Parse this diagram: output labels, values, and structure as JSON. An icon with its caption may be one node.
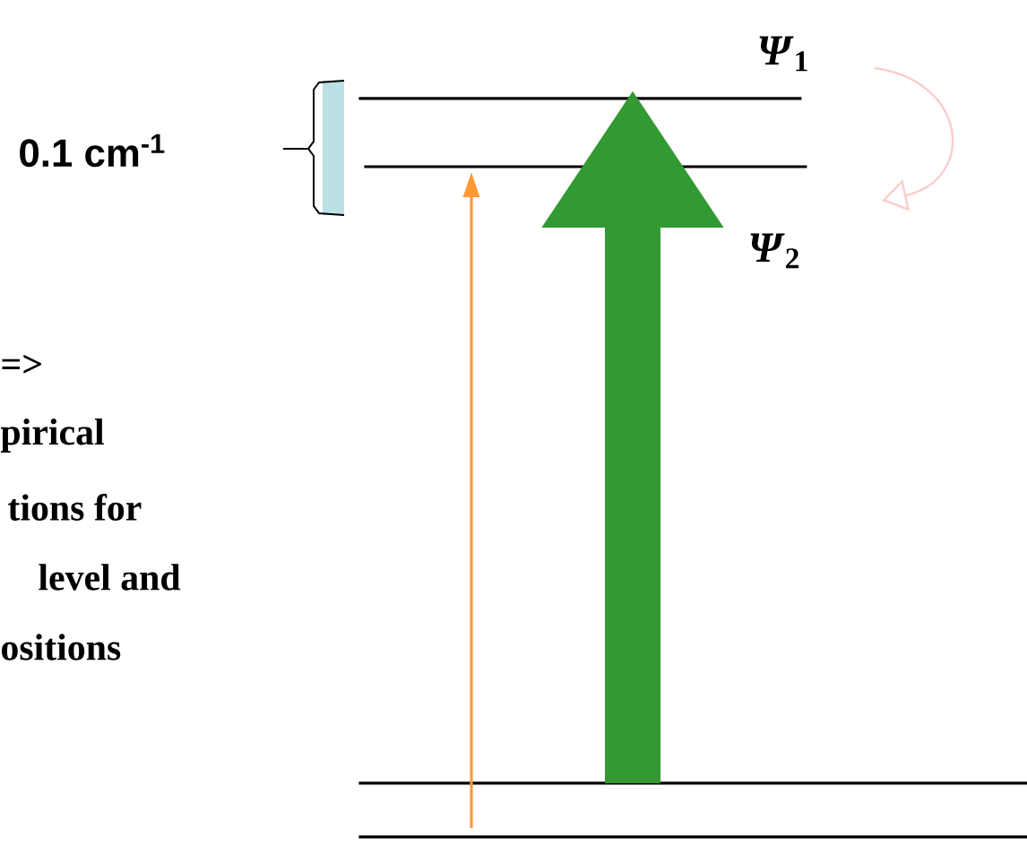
{
  "diagram": {
    "nodes": [
      {
        "text": [
          "*Ψ*$_{1}$"
        ]
      },
      {
        "text": [
          "*Ψ*$_{2}$"
        ]
      },
      {
        "text": [],
        "shape": "bar"
      },
      {
        "text": [],
        "shape": "bar"
      }
    ],
    "edges": [
      {
        "from": 2,
        "to": 0,
        "arrow": "to",
        "style": "thick",
        "color": "#339933"
      },
      {
        "from": 3,
        "to": 1,
        "arrow": "to",
        "color": "#ff9933"
      }
    ],
    "labels": [
      "0.1 cm$^{-1}$",
      "=>",
      "pirical",
      "tions for",
      "level and",
      "ositions"
    ]
  }
}
